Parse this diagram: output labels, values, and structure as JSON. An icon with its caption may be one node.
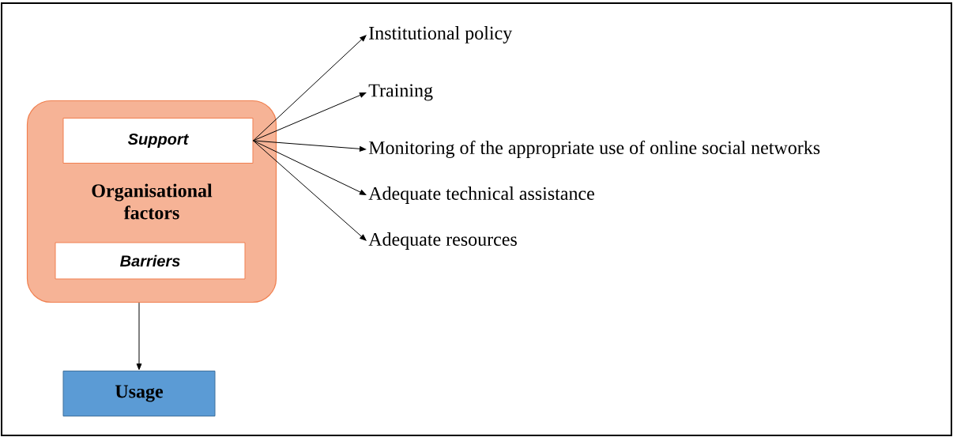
{
  "diagram": {
    "nodes": [
      {
        "text": [
          "Organisational factors"
        ]
      },
      {
        "text": [
          "Support"
        ],
        "in": 0
      },
      {
        "text": [
          "Barriers"
        ],
        "in": 0
      },
      {
        "text": [
          "Usage"
        ]
      },
      {
        "text": [
          "Institutional policy"
        ]
      },
      {
        "text": [
          "Training"
        ]
      },
      {
        "text": [
          "Monitoring of the appropriate use of online social networks"
        ]
      },
      {
        "text": [
          "Adequate technical assistance"
        ]
      },
      {
        "text": [
          "Adequate resources"
        ]
      }
    ],
    "edges": [
      {
        "from": 1,
        "to": 4,
        "arrow": "to"
      },
      {
        "from": 1,
        "to": 5,
        "arrow": "to"
      },
      {
        "from": 1,
        "to": 6,
        "arrow": "to"
      },
      {
        "from": 1,
        "to": 7,
        "arrow": "to"
      },
      {
        "from": 1,
        "to": 8,
        "arrow": "to"
      },
      {
        "from": 0,
        "to": 3,
        "arrow": "to"
      }
    ]
  }
}
